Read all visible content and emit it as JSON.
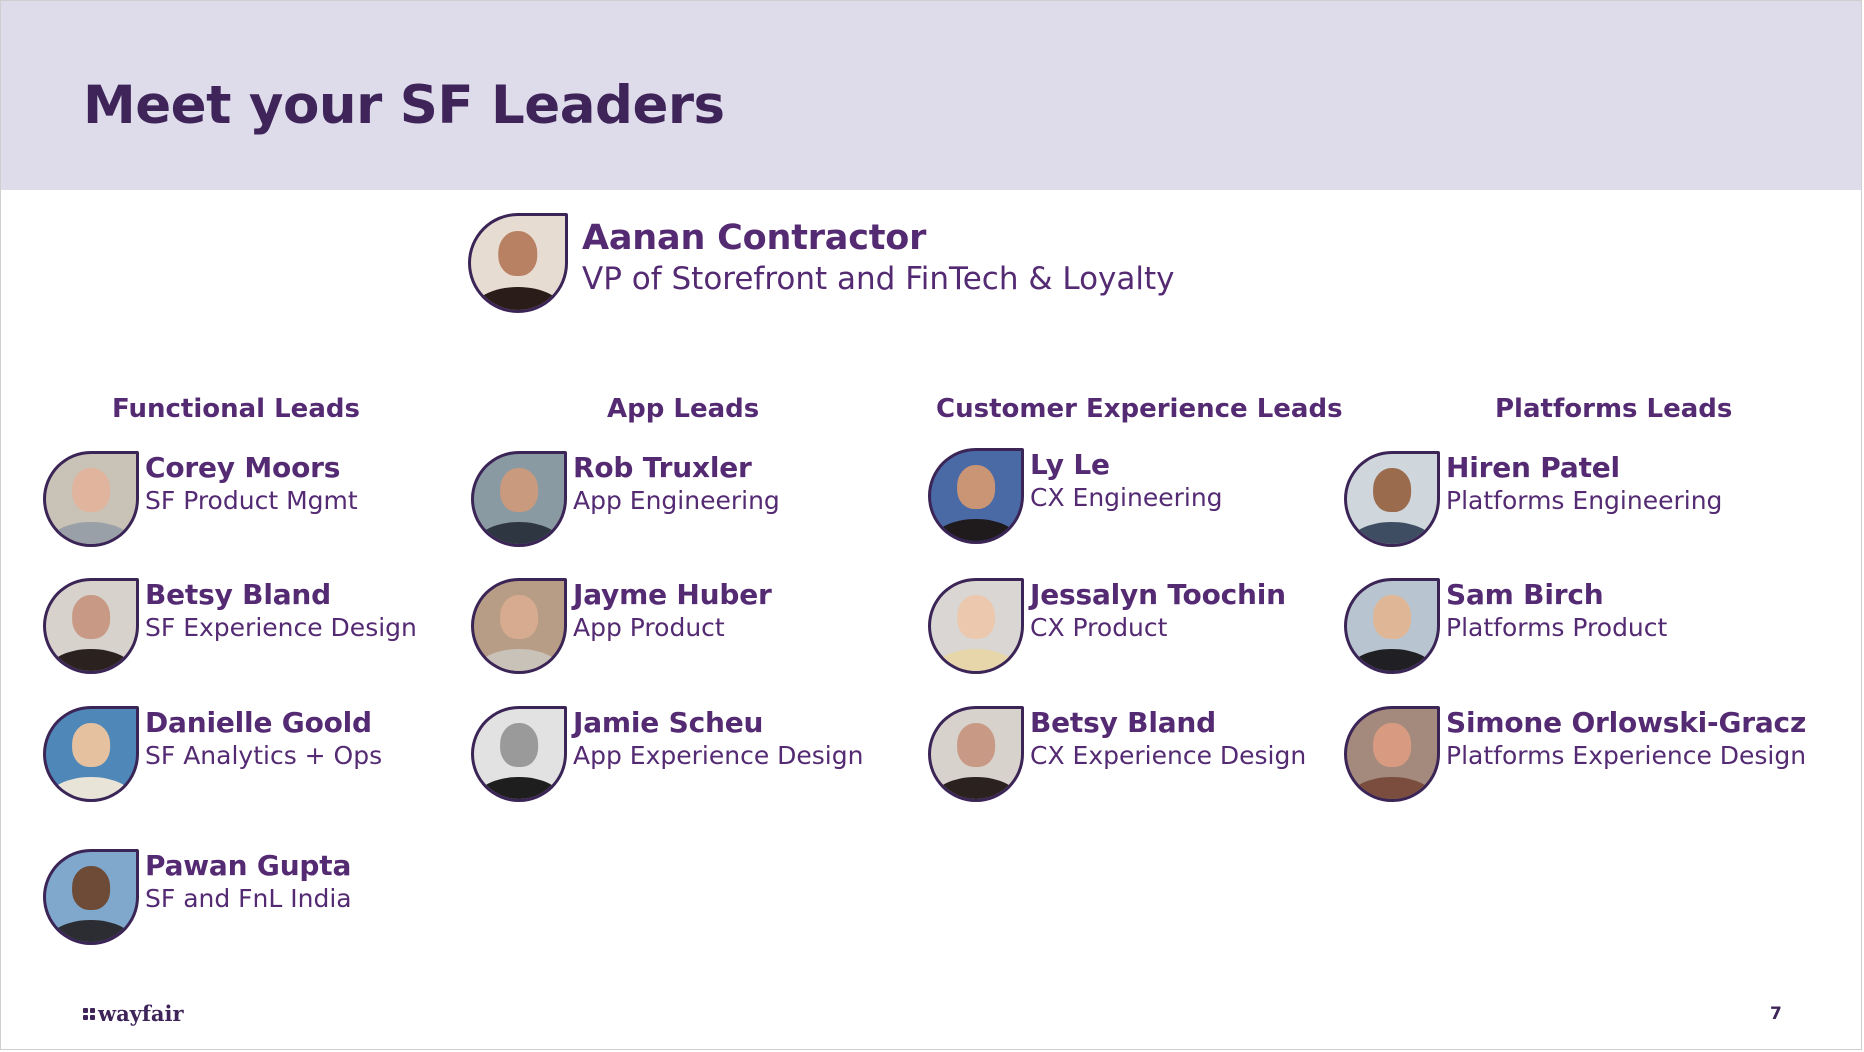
{
  "slide": {
    "title": "Meet your SF Leaders",
    "page_number": "7",
    "logo_text": "wayfair"
  },
  "vp": {
    "name": "Aanan Contractor",
    "role": "VP of Storefront and FinTech & Loyalty"
  },
  "columns": [
    {
      "heading": "Functional Leads",
      "people": [
        {
          "name": "Corey Moors",
          "role": "SF Product Mgmt"
        },
        {
          "name": "Betsy Bland",
          "role": "SF Experience Design"
        },
        {
          "name": "Danielle Goold",
          "role": "SF Analytics + Ops"
        },
        {
          "name": "Pawan Gupta",
          "role": "SF and FnL India"
        }
      ]
    },
    {
      "heading": "App Leads",
      "people": [
        {
          "name": "Rob Truxler",
          "role": "App Engineering"
        },
        {
          "name": "Jayme Huber",
          "role": "App Product"
        },
        {
          "name": "Jamie Scheu",
          "role": "App Experience Design"
        }
      ]
    },
    {
      "heading": "Customer Experience Leads",
      "people": [
        {
          "name": "Ly Le",
          "role": "CX Engineering"
        },
        {
          "name": "Jessalyn Toochin",
          "role": "CX Product"
        },
        {
          "name": "Betsy Bland",
          "role": "CX Experience Design"
        }
      ]
    },
    {
      "heading": "Platforms Leads",
      "people": [
        {
          "name": "Hiren Patel",
          "role": "Platforms Engineering"
        },
        {
          "name": "Sam Birch",
          "role": "Platforms Product"
        },
        {
          "name": "Simone Orlowski-Gracz",
          "role": "Platforms Experience Design"
        }
      ]
    }
  ],
  "colors": {
    "header_band": "#dedcea",
    "title": "#3e2459",
    "accent_purple": "#542a73",
    "avatar_border": "#3b2456"
  }
}
